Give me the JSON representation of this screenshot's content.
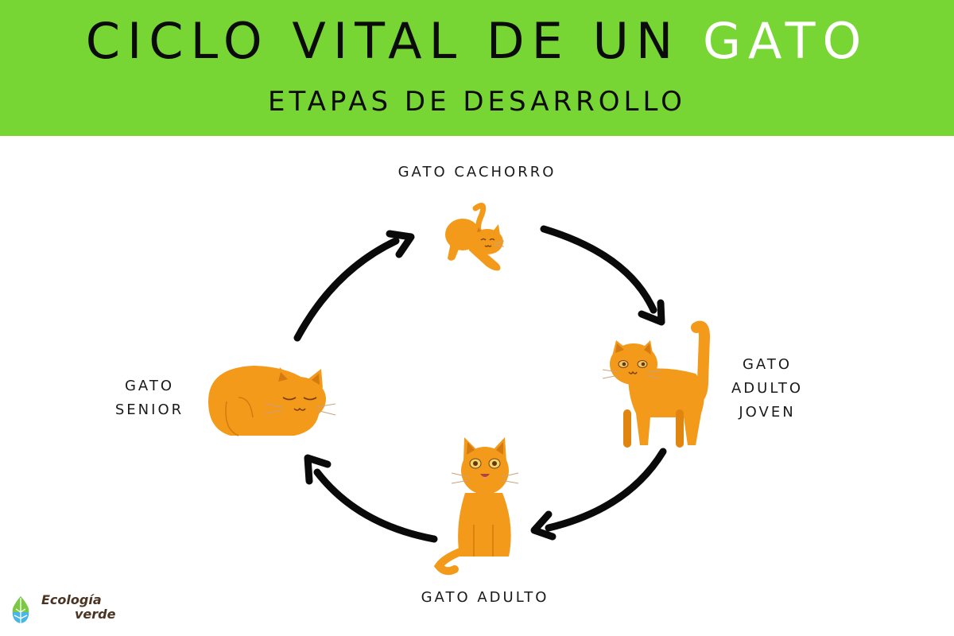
{
  "header": {
    "title_main": "CICLO VITAL DE UN ",
    "title_accent": "GATO",
    "subtitle": "ETAPAS DE DESARROLLO",
    "background_color": "#77d534",
    "accent_color": "#ffffff"
  },
  "stages": [
    {
      "id": "cachorro",
      "label": "GATO CACHORRO",
      "lines": [
        "GATO CACHORRO"
      ],
      "icon": "stretching-kitten-icon"
    },
    {
      "id": "adulto-joven",
      "label": "GATO ADULTO JOVEN",
      "lines": [
        "GATO",
        "ADULTO",
        "JOVEN"
      ],
      "icon": "standing-cat-icon"
    },
    {
      "id": "adulto",
      "label": "GATO ADULTO",
      "lines": [
        "GATO ADULTO"
      ],
      "icon": "sitting-cat-icon"
    },
    {
      "id": "senior",
      "label": "GATO SENIOR",
      "lines": [
        "GATO",
        "SENIOR"
      ],
      "icon": "sleeping-cat-icon"
    }
  ],
  "cycle_order": [
    "GATO CACHORRO",
    "GATO ADULTO JOVEN",
    "GATO ADULTO",
    "GATO SENIOR",
    "GATO CACHORRO"
  ],
  "cat_color": "#f39a1a",
  "logo": {
    "line1": "Ecología",
    "line2": "verde"
  }
}
